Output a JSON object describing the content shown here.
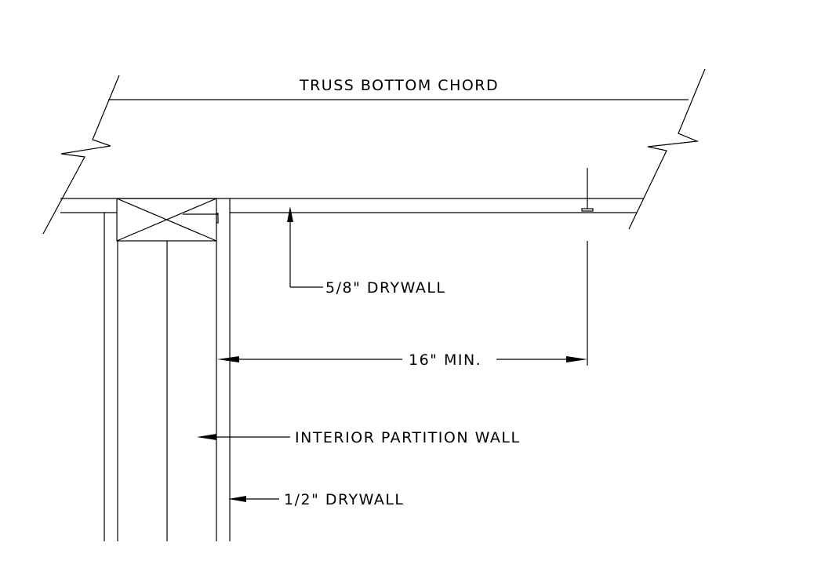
{
  "labels": {
    "truss": "TRUSS BOTTOM CHORD",
    "drywall_ceiling": "5/8\" DRYWALL",
    "dimension": "16\" MIN.",
    "partition": "INTERIOR PARTITION WALL",
    "drywall_wall": "1/2\" DRYWALL"
  }
}
